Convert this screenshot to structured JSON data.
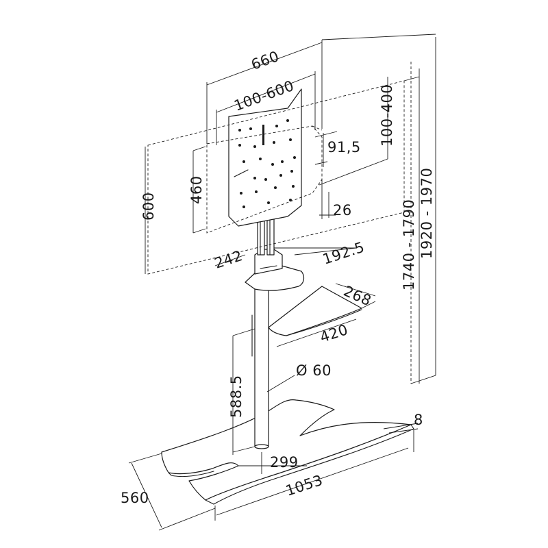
{
  "diagram": {
    "dimensions": {
      "vesa_outer_width": "660",
      "vesa_pattern_horizontal": "100-600",
      "vesa_pattern_vertical": "100-400",
      "bracket_offset": "91,5",
      "bracket_depth": "26",
      "plate_height": "460",
      "outer_height": "600",
      "height_min": "1740 - 1790",
      "height_max": "1920 - 1970",
      "shelf_mount_depth": "242",
      "shelf_mount_offset": "192.5",
      "shelf_depth": "268",
      "shelf_width": "420",
      "column_diameter": "Ø 60",
      "shelf_height": "588.5",
      "base_column_offset": "299",
      "base_width": "1053",
      "base_depth": "560",
      "base_thickness": "8"
    }
  }
}
